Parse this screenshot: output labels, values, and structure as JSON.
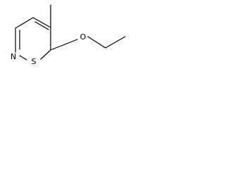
{
  "molecule": {
    "atoms": {
      "n": "N",
      "s": "S",
      "o": "O"
    },
    "colors": {
      "bond": "#000000",
      "label": "#000000",
      "background": "#ffffff"
    }
  }
}
